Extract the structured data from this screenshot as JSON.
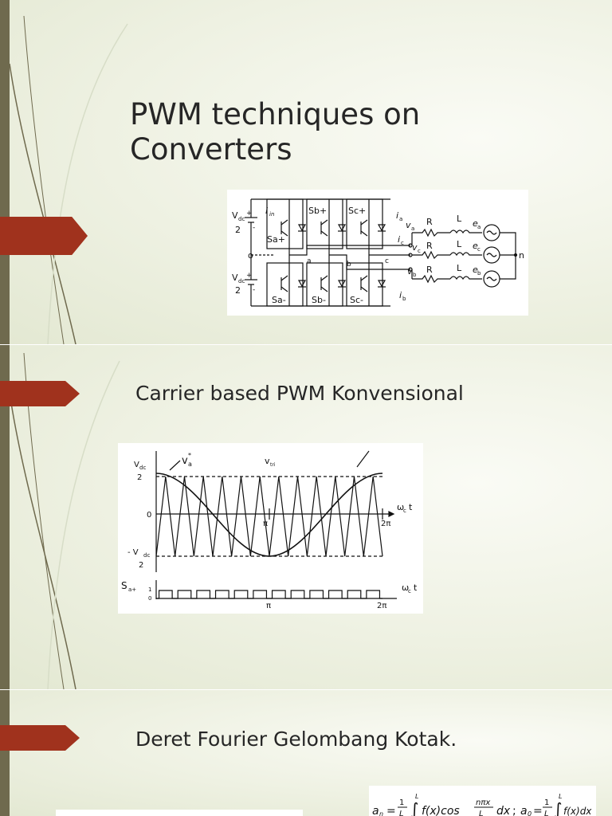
{
  "slides": [
    {
      "title": "PWM techniques on Converters",
      "figure": {
        "switches": [
          "Sb+",
          "Sc+",
          "Sa+",
          "Sa-",
          "Sb-",
          "Sc-"
        ],
        "source_top": "V",
        "source_top_sub": "dc",
        "source_top_den": "2",
        "current_in": "i",
        "current_in_sub": "in",
        "midpoint": "o",
        "source_bottom": "V",
        "source_bottom_sub": "dc",
        "source_bottom_den": "2",
        "nodes": [
          "a",
          "b",
          "c"
        ],
        "phase_labels": [
          "i",
          "v",
          "i",
          "v",
          "v",
          "i"
        ],
        "phase_subs": [
          "a",
          "a",
          "c",
          "c",
          "b",
          "b"
        ],
        "resistor": "R",
        "inductor": "L",
        "emfs": [
          "e",
          "e",
          "e"
        ],
        "emf_subs": [
          "a",
          "c",
          "b"
        ],
        "neutral": "n",
        "plus": "+",
        "minus": "-"
      }
    },
    {
      "title": "Carrier based PWM Konvensional",
      "figure": {
        "ref_label": "v",
        "ref_sub": "a",
        "ref_star": "*",
        "carrier_label": "v",
        "carrier_sub": "tri",
        "ytick_top": "V",
        "ytick_top_sub": "dc",
        "ytick_top_den": "2",
        "ytick_zero": "0",
        "ytick_bottom": "- V",
        "ytick_bottom_sub": "dc",
        "ytick_bottom_den": "2",
        "x_axis": "ω",
        "x_axis_sub": "c",
        "x_axis_t": "t",
        "pi": "π",
        "two_pi": "2π",
        "gate_label": "S",
        "gate_sub": "a+",
        "gate_one": "1",
        "gate_zero": "0",
        "x_axis2": "ω",
        "x_axis2_sub": "c",
        "x_axis2_t": "t",
        "pi2": "π",
        "two_pi2": "2π"
      }
    },
    {
      "title": "Deret Fourier Gelombang Kotak.",
      "formula": {
        "a_n": "a",
        "n_sub": "n",
        "eq": "=",
        "one": "1",
        "L": "L",
        "integrand1": "f(x)cos",
        "frac_num": "nπx",
        "frac_den": "L",
        "dx": "dx",
        "sep": ";",
        "a_0": "a",
        "zero_sub": "0",
        "integrand2": "f(x)dx"
      }
    }
  ],
  "colors": {
    "arrow": "#a0321d",
    "left_bar": "#6f6a4e",
    "background": "#eef1e2",
    "text": "#262626"
  }
}
